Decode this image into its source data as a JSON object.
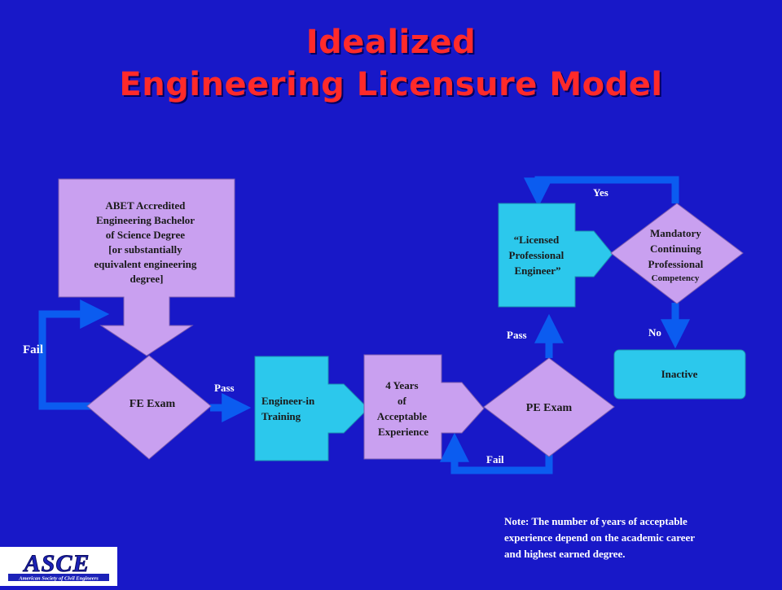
{
  "title": {
    "line1": "Idealized",
    "line2": "Engineering Licensure Model"
  },
  "boxes": {
    "abet": [
      "ABET Accredited",
      "Engineering Bachelor",
      "of Science Degree",
      "[or substantially",
      "equivalent engineering",
      "degree]"
    ],
    "fe_exam": "FE  Exam",
    "eit": [
      "Engineer-in",
      "Training"
    ],
    "experience": [
      "4 Years",
      "of",
      "Acceptable",
      "Experience"
    ],
    "pe_exam": "PE  Exam",
    "pe": [
      "“Licensed",
      "Professional",
      "Engineer”"
    ],
    "mcpc": [
      "Mandatory",
      "Continuing",
      "Professional",
      "Competency"
    ],
    "inactive": "Inactive"
  },
  "labels": {
    "fail_fe": "Fail",
    "pass_fe": "Pass",
    "fail_pe": "Fail",
    "pass_pe": "Pass",
    "yes": "Yes",
    "no": "No"
  },
  "note": {
    "lines": [
      "Note: The number of years of acceptable",
      "experience depend on the academic career",
      "and  highest earned degree."
    ]
  },
  "logo": {
    "text": "ASCE",
    "subtitle": "American Society of Civil Engineers"
  },
  "colors": {
    "background": "#1818c8",
    "title": "#ff2a2a",
    "lavender": "#c9a0f0",
    "cyan": "#2cc8ec",
    "connector": "#0b5cf0"
  }
}
